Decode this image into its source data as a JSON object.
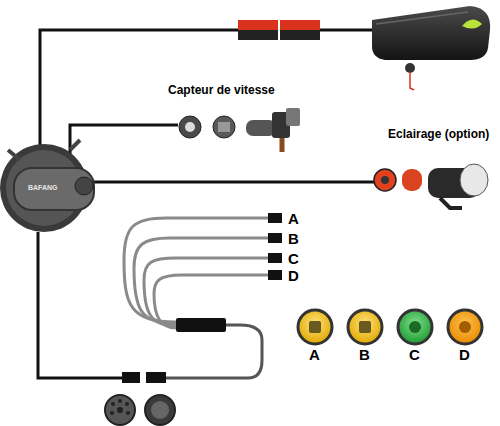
{
  "diagram": {
    "labels": [
      "Capteur de vitesse",
      "Eclairage (option)",
      "A",
      "B",
      "C",
      "D",
      "A",
      "B",
      "C",
      "D",
      "BAFANG"
    ]
  }
}
